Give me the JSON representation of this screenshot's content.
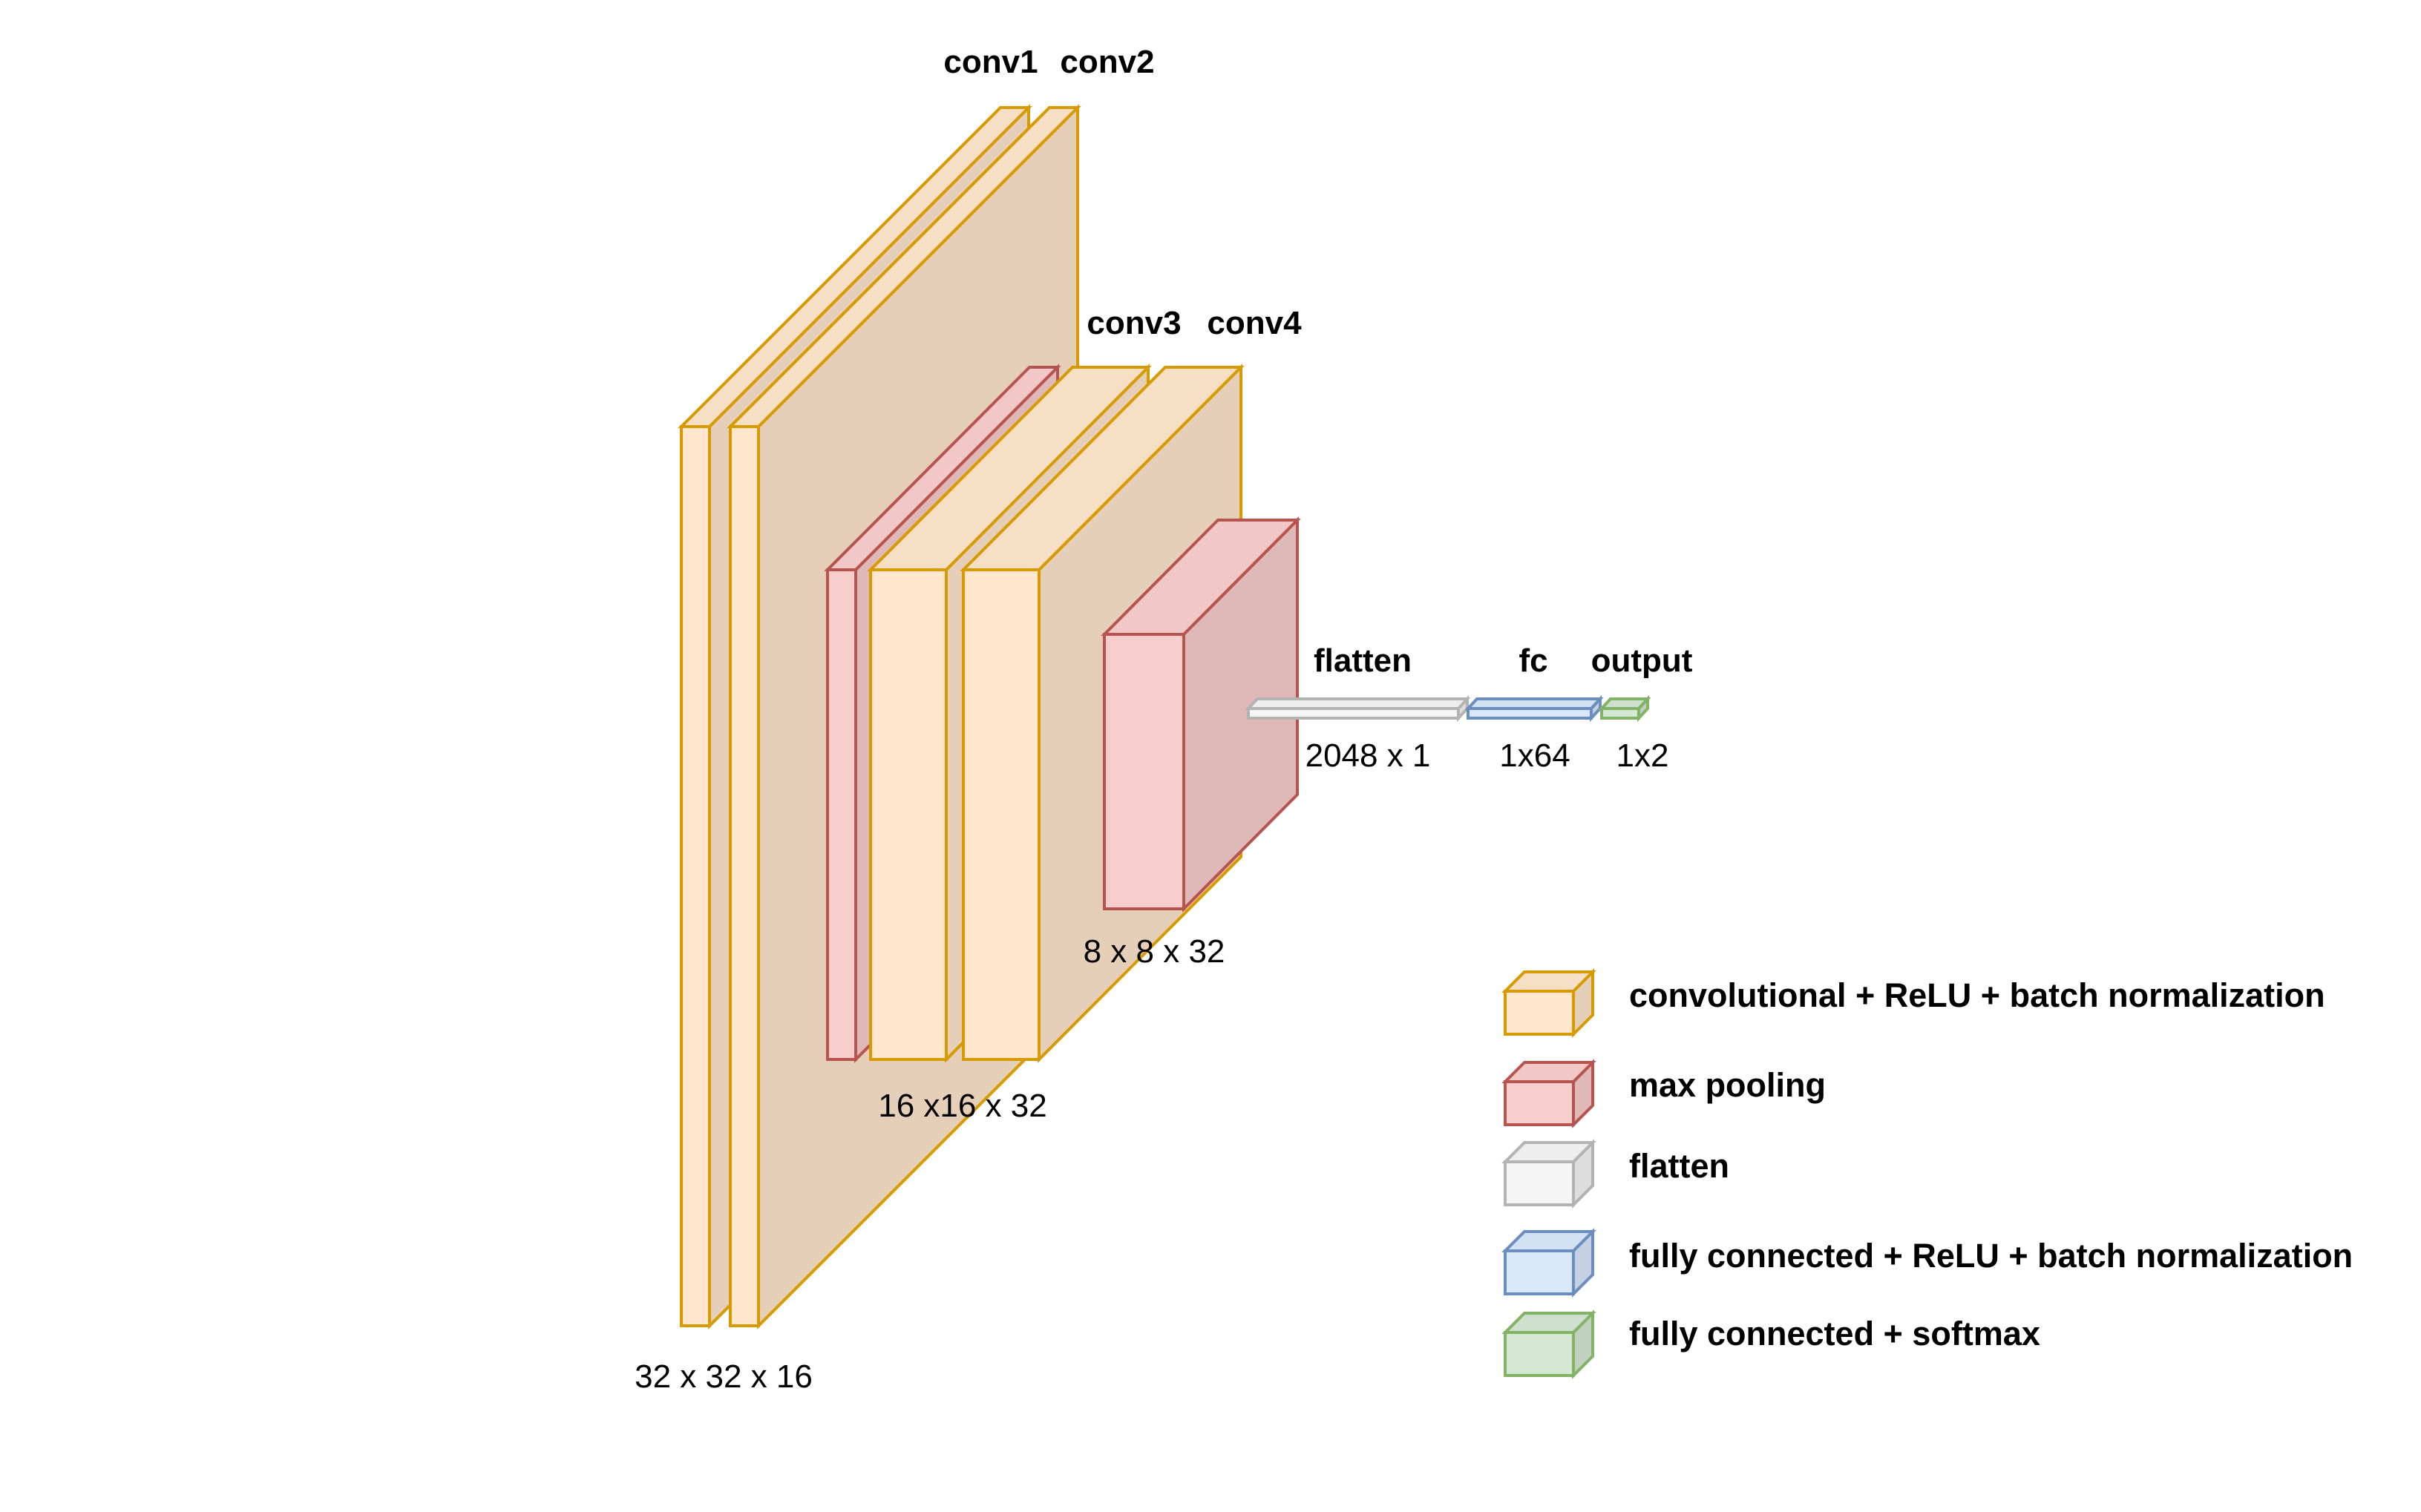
{
  "layers": {
    "conv1": "conv1",
    "conv2": "conv2",
    "conv3": "conv3",
    "conv4": "conv4",
    "flatten": "flatten",
    "fc": "fc",
    "output": "output"
  },
  "dims": {
    "stage1": "32 x 32 x 16",
    "stage2": "16 x16 x 32",
    "stage3": "8 x 8 x 32",
    "flatten": "2048 x 1",
    "fc": "1x64",
    "output": "1x2"
  },
  "legend": [
    {
      "label": "convolutional + ReLU + batch normalization",
      "fill": "#FFE6CC",
      "stroke": "#D79B00"
    },
    {
      "label": "max pooling",
      "fill": "#F8CECC",
      "stroke": "#B85450"
    },
    {
      "label": "flatten",
      "fill": "#F5F5F5",
      "stroke": "#B3B3B3"
    },
    {
      "label": "fully connected + ReLU + batch normalization",
      "fill": "#DAE8FC",
      "stroke": "#6C8EBF"
    },
    {
      "label": "fully connected + softmax",
      "fill": "#D5E8D4",
      "stroke": "#82B366"
    }
  ]
}
